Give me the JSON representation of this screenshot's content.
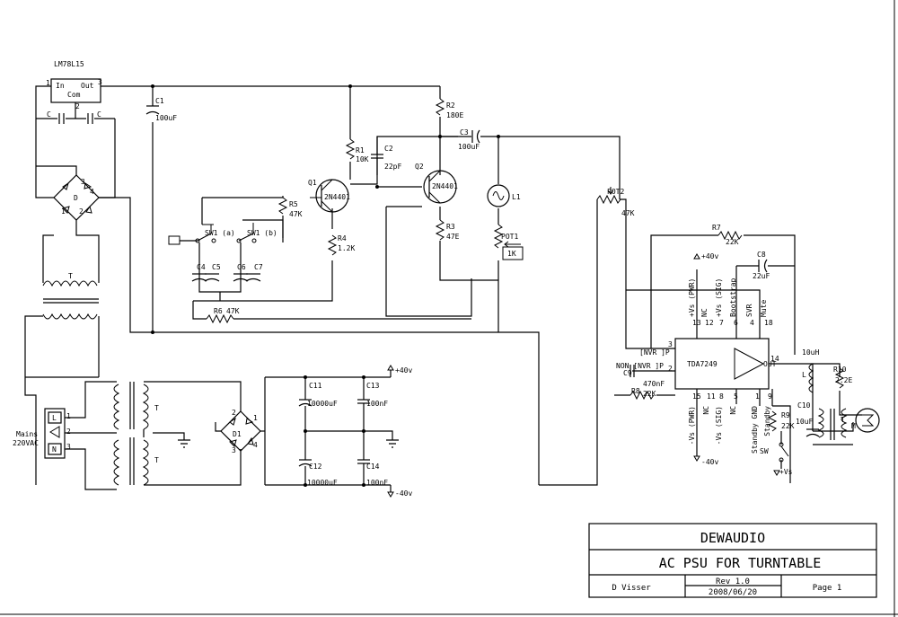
{
  "title_block": {
    "company": "DEWAUDIO",
    "title": "AC PSU FOR TURNTABLE",
    "author": "D Visser",
    "revision": "Rev 1.0",
    "date": "2008/06/20",
    "page": "Page 1"
  },
  "regulator": {
    "name": "LM78L15",
    "pin_in": "In",
    "pin_out": "Out",
    "pin_com": "Com",
    "pin1": "1",
    "pin2": "2",
    "pin3": "3",
    "cap_left": "C",
    "cap_right": "C"
  },
  "bridge_top": {
    "name": "D",
    "p1": "1",
    "p2": "2",
    "p3": "3",
    "p4": "4"
  },
  "transformer_top": {
    "name": "T"
  },
  "mains": {
    "label1": "Mains",
    "label2": "220VAC",
    "pin_l": "L",
    "pin_n": "N",
    "pin1": "1",
    "pin2": "2",
    "pin3": "3"
  },
  "transformers_bottom": {
    "t1": "T",
    "t2": "T"
  },
  "bridge_d1": {
    "name": "D1",
    "p1": "1",
    "p2": "2",
    "p3": "3",
    "p4": "4"
  },
  "supply": {
    "plus40": "+40v",
    "minus40": "-40v",
    "plus40_amp": "+40v",
    "minus40_amp": "-40v",
    "plus_vs": "+Vs",
    "c11_name": "C11",
    "c11_val": "10000uF",
    "c12_name": "C12",
    "c12_val": "10000uF",
    "c13_name": "C13",
    "c13_val": "100nF",
    "c14_name": "C14",
    "c14_val": "100nF"
  },
  "oscillator": {
    "c1_name": "C1",
    "c1_val": "100uF",
    "r1_name": "R1",
    "r1_val": "10K",
    "c2_name": "C2",
    "c2_val": "22pF",
    "r2_name": "R2",
    "r2_val": "180E",
    "c3_name": "C3",
    "c3_val": "100uF",
    "q1_name": "Q1",
    "q1_part": "2N4401",
    "q2_name": "Q2",
    "q2_part": "2N4401",
    "r3_name": "R3",
    "r3_val": "47E",
    "r4_name": "R4",
    "r4_val": "1.2K",
    "r5_name": "R5",
    "r5_val": "47K",
    "r6_name": "R6",
    "r6_val": "47K",
    "l1_name": "L1",
    "pot1_name": "POT1",
    "pot1_val": "1K",
    "pot2_name": "POT2",
    "pot2_val": "47K",
    "sw1a": "SW1 (a)",
    "sw1b": "SW1 (b)",
    "c4": "C4",
    "c5": "C5",
    "c6": "C6",
    "c7": "C7"
  },
  "amplifier": {
    "chip": "TDA7249",
    "r7_name": "R7",
    "r7_val": "22K",
    "c8_name": "C8",
    "c8_val": "22uF",
    "c9_name": "C9",
    "c9_val": "470nF",
    "r8_name": "R8",
    "r8_val": "22K",
    "r9_name": "R9",
    "r9_val": "22K",
    "c10_name": "C10",
    "c10_val": "10uF",
    "l_name": "10uH",
    "l_ref": "L",
    "r10_name": "R10",
    "r10_val": "2.2E",
    "motor": "M",
    "motor_t": "T",
    "sw": "SW",
    "pin_inv": "[NVR ]P",
    "pin_noninv": "NON [NVR ]P",
    "pin_nums_top": [
      "13",
      "12",
      "7",
      "6",
      "4",
      "18"
    ],
    "pin_labels_top": [
      "+Vs (PWR)",
      "NC",
      "+Vs (SIG)",
      "Bootstrap",
      "SVR",
      "Mute"
    ],
    "pin_nums_bottom": [
      "15",
      "11",
      "8",
      "5",
      "1",
      "9"
    ],
    "pin_labels_bottom": [
      "-Vs (PWR)",
      "NC",
      "-Vs (SIG)",
      "NC",
      "Standby GND",
      "Standby"
    ],
    "pin3": "3",
    "pin2": "2",
    "pin14": "14",
    "pin14b": "OUT"
  }
}
